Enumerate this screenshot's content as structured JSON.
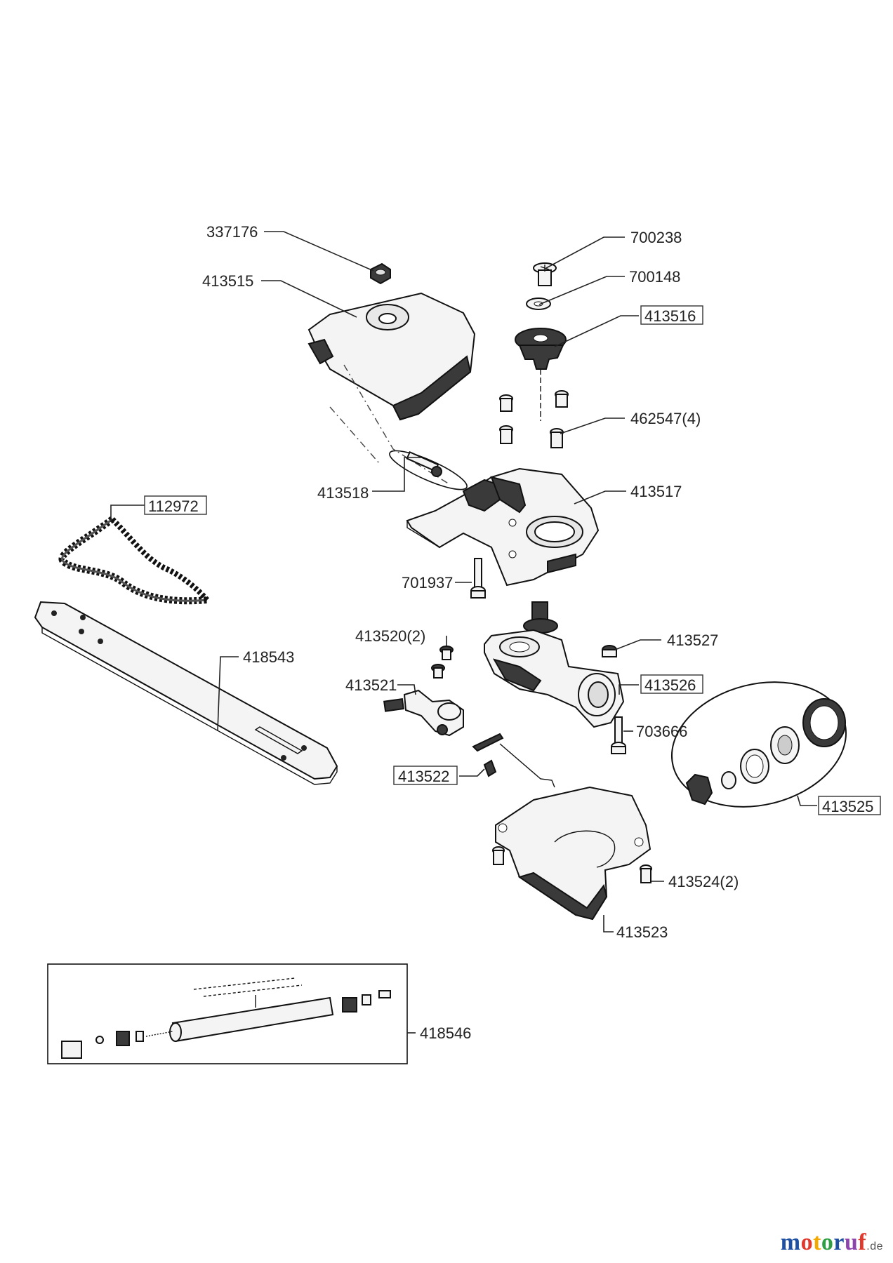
{
  "parts": [
    {
      "id": "p337176",
      "number": "337176",
      "boxed": false
    },
    {
      "id": "p413515",
      "number": "413515",
      "boxed": false
    },
    {
      "id": "p700238",
      "number": "700238",
      "boxed": false
    },
    {
      "id": "p700148",
      "number": "700148",
      "boxed": false
    },
    {
      "id": "p413516",
      "number": "413516",
      "boxed": true
    },
    {
      "id": "p462547",
      "number": "462547(4)",
      "boxed": false
    },
    {
      "id": "p112972",
      "number": "112972",
      "boxed": true
    },
    {
      "id": "p413518",
      "number": "413518",
      "boxed": false
    },
    {
      "id": "p413517",
      "number": "413517",
      "boxed": false
    },
    {
      "id": "p701937",
      "number": "701937",
      "boxed": false
    },
    {
      "id": "p413520",
      "number": "413520(2)",
      "boxed": false
    },
    {
      "id": "p413527",
      "number": "413527",
      "boxed": false
    },
    {
      "id": "p418543",
      "number": "418543",
      "boxed": false
    },
    {
      "id": "p413521",
      "number": "413521",
      "boxed": false
    },
    {
      "id": "p413526",
      "number": "413526",
      "boxed": true
    },
    {
      "id": "p703666",
      "number": "703666",
      "boxed": false
    },
    {
      "id": "p413522",
      "number": "413522",
      "boxed": true
    },
    {
      "id": "p413525",
      "number": "413525",
      "boxed": true
    },
    {
      "id": "p413524",
      "number": "413524(2)",
      "boxed": false
    },
    {
      "id": "p413523",
      "number": "413523",
      "boxed": false
    },
    {
      "id": "p418546",
      "number": "418546",
      "boxed": false
    }
  ],
  "watermark": {
    "parts": [
      "m",
      "o",
      "t",
      "o",
      "r",
      "u",
      "f"
    ],
    "tld": ".de"
  }
}
